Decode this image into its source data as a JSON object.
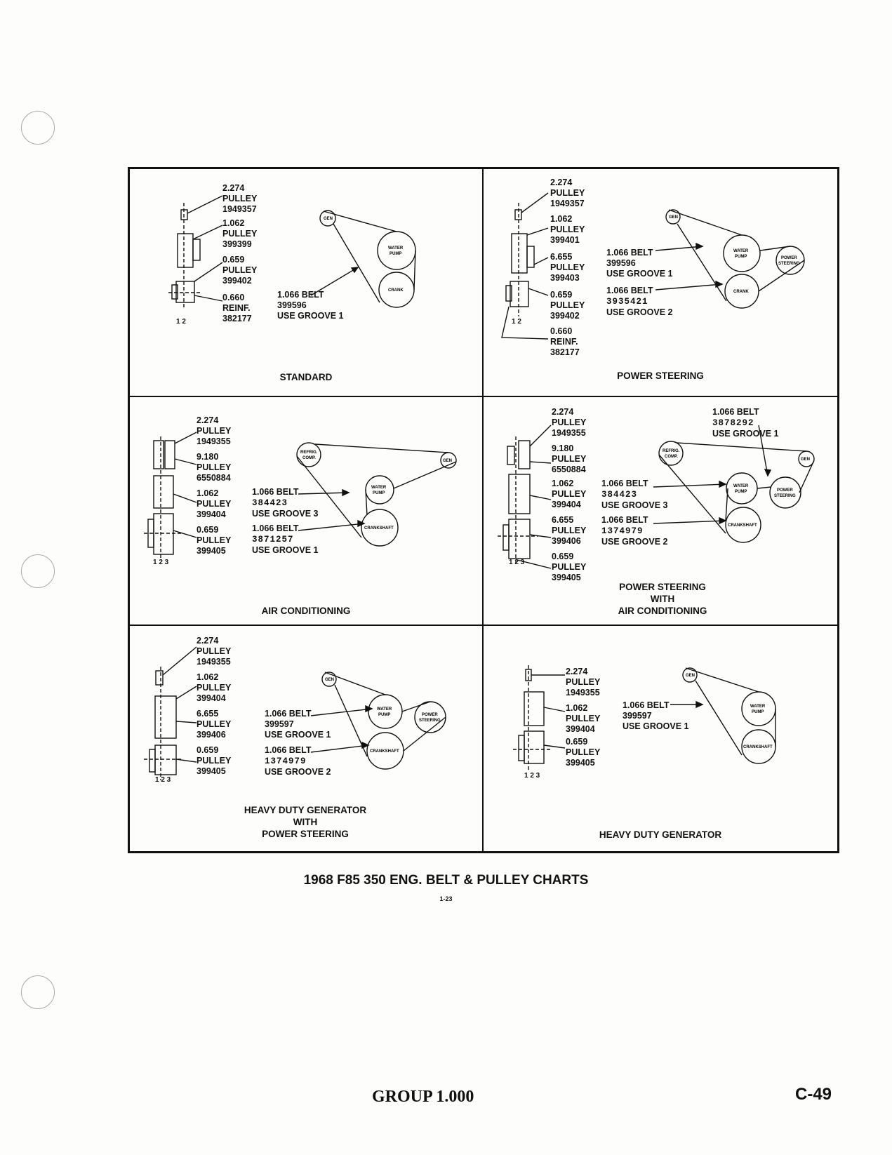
{
  "panels": [
    {
      "caption": [
        "STANDARD"
      ],
      "parts": [
        {
          "size": "2.274",
          "name": "PULLEY",
          "num": "1949357"
        },
        {
          "size": "1.062",
          "name": "PULLEY",
          "num": "399399"
        },
        {
          "size": "0.659",
          "name": "PULLEY",
          "num": "399402"
        },
        {
          "size": "0.660",
          "name": "REINF.",
          "num": "382177"
        }
      ],
      "grooves": "1 2",
      "belts": [
        {
          "label": "1.066 BELT",
          "num": "399596",
          "groove": "USE GROOVE 1"
        }
      ],
      "components": [
        "GEN",
        "WATER PUMP",
        "CRANK"
      ]
    },
    {
      "caption": [
        "POWER STEERING"
      ],
      "parts": [
        {
          "size": "2.274",
          "name": "PULLEY",
          "num": "1949357"
        },
        {
          "size": "1.062",
          "name": "PULLEY",
          "num": "399401"
        },
        {
          "size": "6.655",
          "name": "PULLEY",
          "num": "399403"
        },
        {
          "size": "0.659",
          "name": "PULLEY",
          "num": "399402"
        },
        {
          "size": "0.660",
          "name": "REINF.",
          "num": "382177"
        }
      ],
      "grooves": "1 2",
      "belts": [
        {
          "label": "1.066 BELT",
          "num": "399596",
          "groove": "USE GROOVE 1"
        },
        {
          "label": "1.066 BELT",
          "num": "3935421",
          "groove": "USE GROOVE 2"
        }
      ],
      "components": [
        "GEN",
        "WATER PUMP",
        "POWER STEERING",
        "CRANK"
      ]
    },
    {
      "caption": [
        "AIR CONDITIONING"
      ],
      "parts": [
        {
          "size": "2.274",
          "name": "PULLEY",
          "num": "1949355"
        },
        {
          "size": "9.180",
          "name": "PULLEY",
          "num": "6550884"
        },
        {
          "size": "1.062",
          "name": "PULLEY",
          "num": "399404"
        },
        {
          "size": "0.659",
          "name": "PULLEY",
          "num": "399405"
        }
      ],
      "grooves": "1 2 3",
      "belts": [
        {
          "label": "1.066 BELT",
          "num": "384423",
          "groove": "USE GROOVE 3"
        },
        {
          "label": "1.066 BELT",
          "num": "3871257",
          "groove": "USE GROOVE 1"
        }
      ],
      "components": [
        "REFRIG. COMP.",
        "GEN",
        "WATER PUMP",
        "CRANKSHAFT"
      ]
    },
    {
      "caption": [
        "POWER STEERING",
        "WITH",
        "AIR CONDITIONING"
      ],
      "parts": [
        {
          "size": "2.274",
          "name": "PULLEY",
          "num": "1949355"
        },
        {
          "size": "9.180",
          "name": "PULLEY",
          "num": "6550884"
        },
        {
          "size": "1.062",
          "name": "PULLEY",
          "num": "399404"
        },
        {
          "size": "6.655",
          "name": "PULLEY",
          "num": "399406"
        },
        {
          "size": "0.659",
          "name": "PULLEY",
          "num": "399405"
        }
      ],
      "grooves": "1 2 3",
      "belts": [
        {
          "label": "1.066 BELT",
          "num": "3878292",
          "groove": "USE GROOVE 1"
        },
        {
          "label": "1.066 BELT",
          "num": "384423",
          "groove": "USE GROOVE 3"
        },
        {
          "label": "1.066 BELT",
          "num": "1374979",
          "groove": "USE GROOVE 2"
        }
      ],
      "components": [
        "REFRIG. COMP.",
        "GEN",
        "WATER PUMP",
        "POWER STEERING",
        "CRANKSHAFT"
      ]
    },
    {
      "caption": [
        "HEAVY DUTY GENERATOR",
        "WITH",
        "POWER STEERING"
      ],
      "parts": [
        {
          "size": "2.274",
          "name": "PULLEY",
          "num": "1949355"
        },
        {
          "size": "1.062",
          "name": "PULLEY",
          "num": "399404"
        },
        {
          "size": "6.655",
          "name": "PULLEY",
          "num": "399406"
        },
        {
          "size": "0.659",
          "name": "PULLEY",
          "num": "399405"
        }
      ],
      "grooves": "1 2 3",
      "belts": [
        {
          "label": "1.066 BELT",
          "num": "399597",
          "groove": "USE GROOVE 1"
        },
        {
          "label": "1.066 BELT",
          "num": "1374979",
          "groove": "USE GROOVE 2"
        }
      ],
      "components": [
        "GEN",
        "WATER PUMP",
        "POWER STEERING",
        "CRANKSHAFT"
      ]
    },
    {
      "caption": [
        "HEAVY DUTY GENERATOR"
      ],
      "parts": [
        {
          "size": "2.274",
          "name": "PULLEY",
          "num": "1949355"
        },
        {
          "size": "1.062",
          "name": "PULLEY",
          "num": "399404"
        },
        {
          "size": "0.659",
          "name": "PULLEY",
          "num": "399405"
        }
      ],
      "grooves": "1 2 3",
      "belts": [
        {
          "label": "1.066 BELT",
          "num": "399597",
          "groove": "USE GROOVE 1"
        }
      ],
      "components": [
        "GEN",
        "WATER PUMP",
        "CRANKSHAFT"
      ]
    }
  ],
  "title": "1968 F85 350 ENG. BELT & PULLEY CHARTS",
  "subpage": "1-23",
  "group": "GROUP 1.000",
  "page_number": "C-49"
}
